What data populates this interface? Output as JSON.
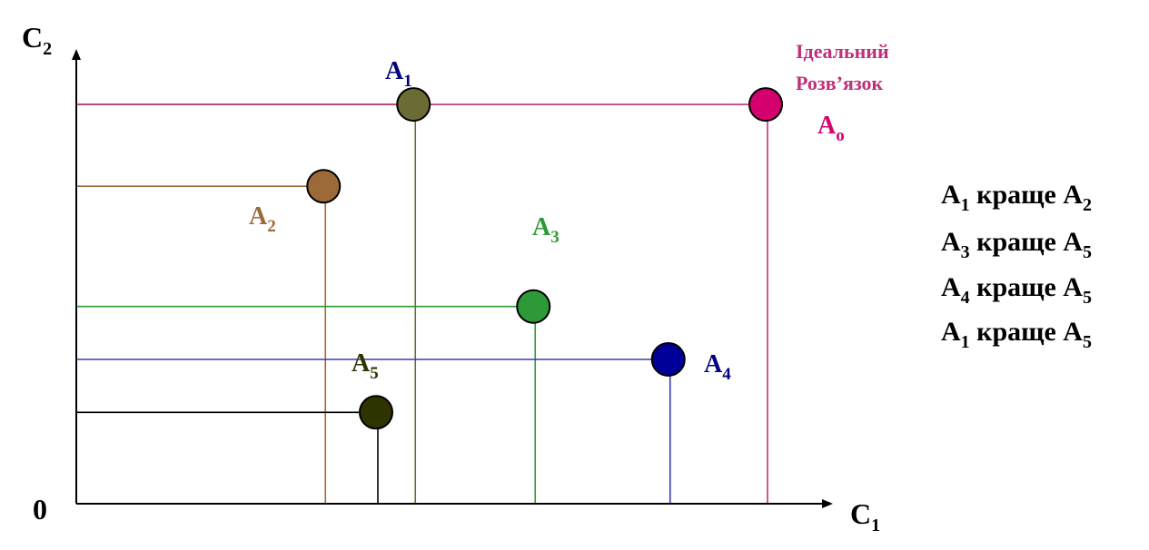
{
  "axes": {
    "origin_label": "0",
    "x_label": {
      "main": "C",
      "sub": "1"
    },
    "y_label": {
      "main": "C",
      "sub": "2"
    }
  },
  "ideal_caption": {
    "line1": "Ідеальний",
    "line2": "Розв’язок"
  },
  "points": [
    {
      "id": "A1",
      "name": {
        "main": "A",
        "sub": "1"
      },
      "color": "#6b6b35",
      "label_color": "#000080",
      "c1": 0.45,
      "c2": 0.83
    },
    {
      "id": "A2",
      "name": {
        "main": "A",
        "sub": "2"
      },
      "color": "#9b6a38",
      "label_color": "#9b6a38",
      "c1": 0.33,
      "c2": 0.66
    },
    {
      "id": "A3",
      "name": {
        "main": "A",
        "sub": "3"
      },
      "color": "#2e9a37",
      "label_color": "#2e9a37",
      "c1": 0.61,
      "c2": 0.41
    },
    {
      "id": "A4",
      "name": {
        "main": "A",
        "sub": "4"
      },
      "color": "#000099",
      "label_color": "#000080",
      "c1": 0.79,
      "c2": 0.3
    },
    {
      "id": "A5",
      "name": {
        "main": "A",
        "sub": "5"
      },
      "color": "#2f3300",
      "label_color": "#2f3300",
      "c1": 0.4,
      "c2": 0.19
    },
    {
      "id": "A0",
      "name": {
        "main": "A",
        "sub": "o"
      },
      "color": "#d4006e",
      "label_color": "#d4006e",
      "c1": 0.92,
      "c2": 0.83
    }
  ],
  "guide_colors": {
    "A1": "#6b6b35",
    "A2": "#9b6a38",
    "A3": "#2e9a37",
    "A4": "#3b3bb0",
    "A5": "#000000",
    "A0": "#c0307a"
  },
  "statements": [
    {
      "left": {
        "main": "A",
        "sub": "1"
      },
      "word": " краще ",
      "right": {
        "main": "A",
        "sub": "2"
      }
    },
    {
      "left": {
        "main": "A",
        "sub": "3"
      },
      "word": " краще ",
      "right": {
        "main": "A",
        "sub": "5"
      }
    },
    {
      "left": {
        "main": "A",
        "sub": "4"
      },
      "word": " краще ",
      "right": {
        "main": "A",
        "sub": "5"
      }
    },
    {
      "left": {
        "main": "A",
        "sub": "1"
      },
      "word": " краще ",
      "right": {
        "main": "A",
        "sub": "5"
      }
    }
  ]
}
